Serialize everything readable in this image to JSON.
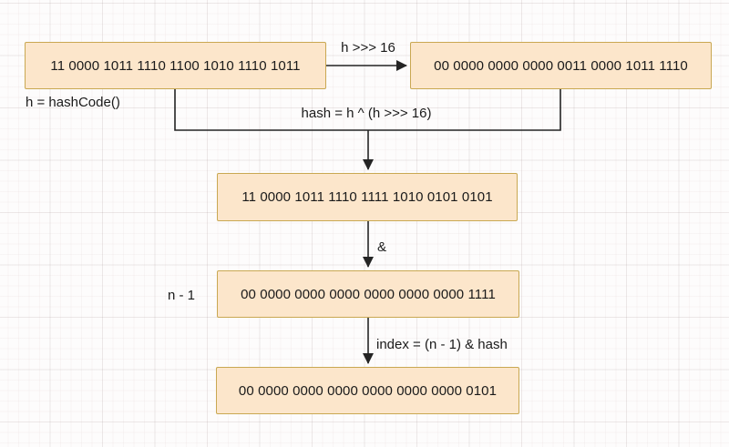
{
  "diagram": {
    "title_hint": "HashMap index computation: hash = h ^ (h >>> 16); index = (n - 1) & hash",
    "boxes": [
      {
        "id": "h",
        "text": "11 0000 1011 1110 1100 1010 1110 1011"
      },
      {
        "id": "h-shift",
        "text": "00 0000 0000 0000 0011 0000 1011 1110"
      },
      {
        "id": "xor-hash",
        "text": "11 0000 1011 1110 1111 1010 0101 0101"
      },
      {
        "id": "n-mask",
        "text": "00 0000 0000 0000 0000 0000 0000 1111"
      },
      {
        "id": "index",
        "text": "00 0000 0000 0000 0000 0000 0000 0101"
      }
    ],
    "labels": {
      "h_source": "h = hashCode()",
      "shift_op": "h >>> 16",
      "xor_op": "hash = h ^ (h >>> 16)",
      "and_op": "&",
      "n_minus_1": "n - 1",
      "index_formula": "index = (n - 1) & hash"
    },
    "colors": {
      "box_fill": "#FCE6CB",
      "box_border": "#C9A852",
      "line": "#242424",
      "text": "#1a1a1a"
    }
  }
}
